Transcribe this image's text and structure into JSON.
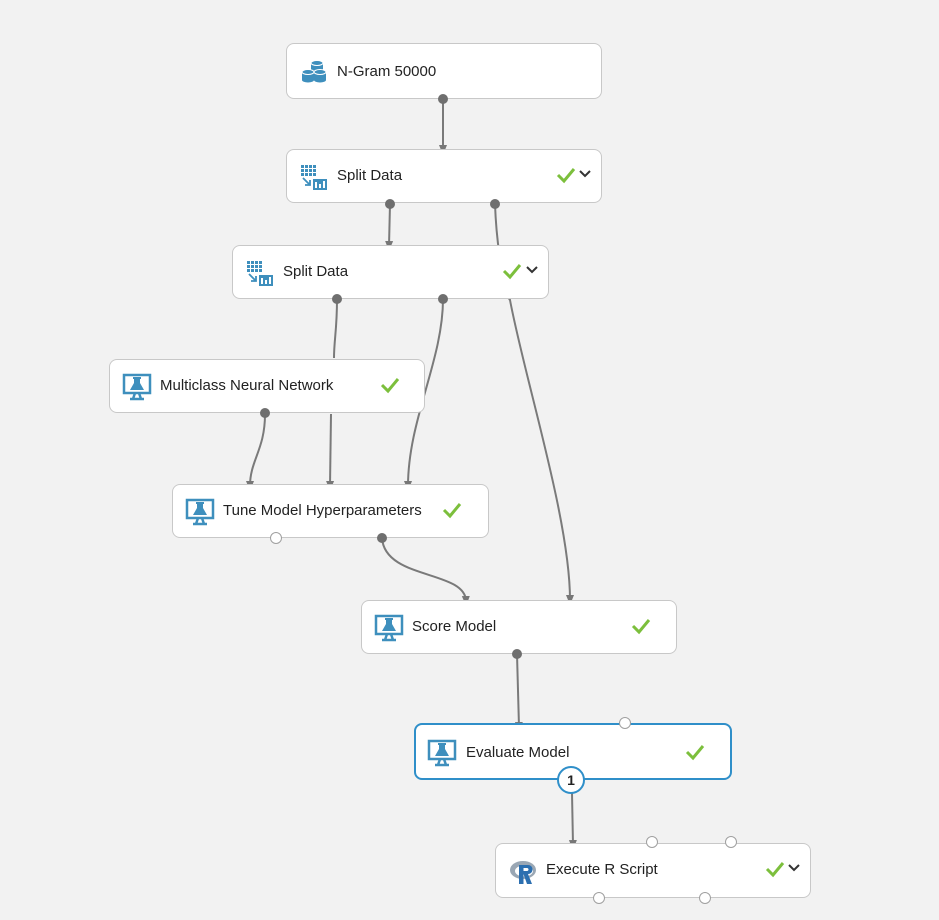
{
  "nodes": {
    "ngram": {
      "label": "N-Gram 50000",
      "icon": "dataset-icon"
    },
    "split1": {
      "label": "Split Data",
      "icon": "split-data-icon",
      "status": "success"
    },
    "split2": {
      "label": "Split Data",
      "icon": "split-data-icon",
      "status": "success"
    },
    "mnn": {
      "label": "Multiclass Neural Network",
      "icon": "model-icon",
      "status": "success"
    },
    "tune": {
      "label": "Tune Model Hyperparameters",
      "icon": "model-icon",
      "status": "success"
    },
    "score": {
      "label": "Score Model",
      "icon": "model-icon",
      "status": "success"
    },
    "evaluate": {
      "label": "Evaluate Model",
      "icon": "model-icon",
      "status": "success",
      "selected": true,
      "badge": "1"
    },
    "rscript": {
      "label": "Execute R Script",
      "icon": "r-script-icon",
      "status": "success"
    }
  },
  "colors": {
    "accent": "#2f8fc9",
    "success": "#7cbf3c",
    "icon": "#3e8fbd",
    "wire": "#777777"
  }
}
